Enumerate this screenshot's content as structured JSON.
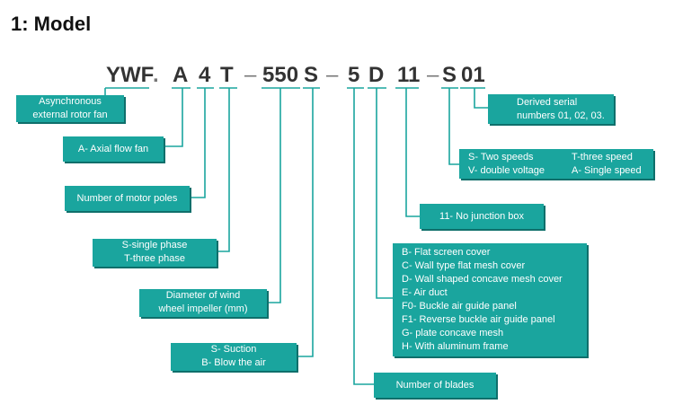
{
  "title": "1: Model",
  "code": {
    "ywf": "YWF",
    "dot": ".",
    "a": "A",
    "four": "4",
    "t": "T",
    "dash1": "–",
    "n550": "550",
    "s": "S",
    "dash2": "–",
    "five": "5",
    "d": "D",
    "eleven": "11",
    "dash3": "–",
    "s2": "S",
    "zero1": "01"
  },
  "boxes": {
    "async": {
      "l1": "Asynchronous",
      "l2": "external rotor fan"
    },
    "axial": {
      "l1": "A- Axial flow fan"
    },
    "poles": {
      "l1": "Number of motor poles"
    },
    "phase": {
      "l1": "S-single phase",
      "l2": "T-three phase"
    },
    "diameter": {
      "l1": "Diameter of wind",
      "l2": "wheel impeller (mm)"
    },
    "suction": {
      "l1": "S- Suction",
      "l2": "B- Blow the air"
    },
    "blades": {
      "l1": "Number of blades"
    },
    "cover": {
      "lines": [
        "B- Flat screen cover",
        "C- Wall type flat mesh cover",
        "D- Wall shaped concave mesh cover",
        "E- Air duct",
        "F0- Buckle air guide panel",
        "F1- Reverse buckle air guide panel",
        "G- plate concave mesh",
        "H- With aluminum frame"
      ]
    },
    "junction": {
      "l1": "11- No junction box"
    },
    "speeds": {
      "r1c1": "S- Two speeds",
      "r1c2": "T-three speed",
      "r2c1": "V- double voltage",
      "r2c2": "A- Single speed"
    },
    "serial": {
      "l1": "Derived serial",
      "l2": "numbers 01, 02, 03."
    }
  },
  "colors": {
    "box": "#1aa59e",
    "line": "#1aa59e",
    "text": "#ffffff"
  }
}
